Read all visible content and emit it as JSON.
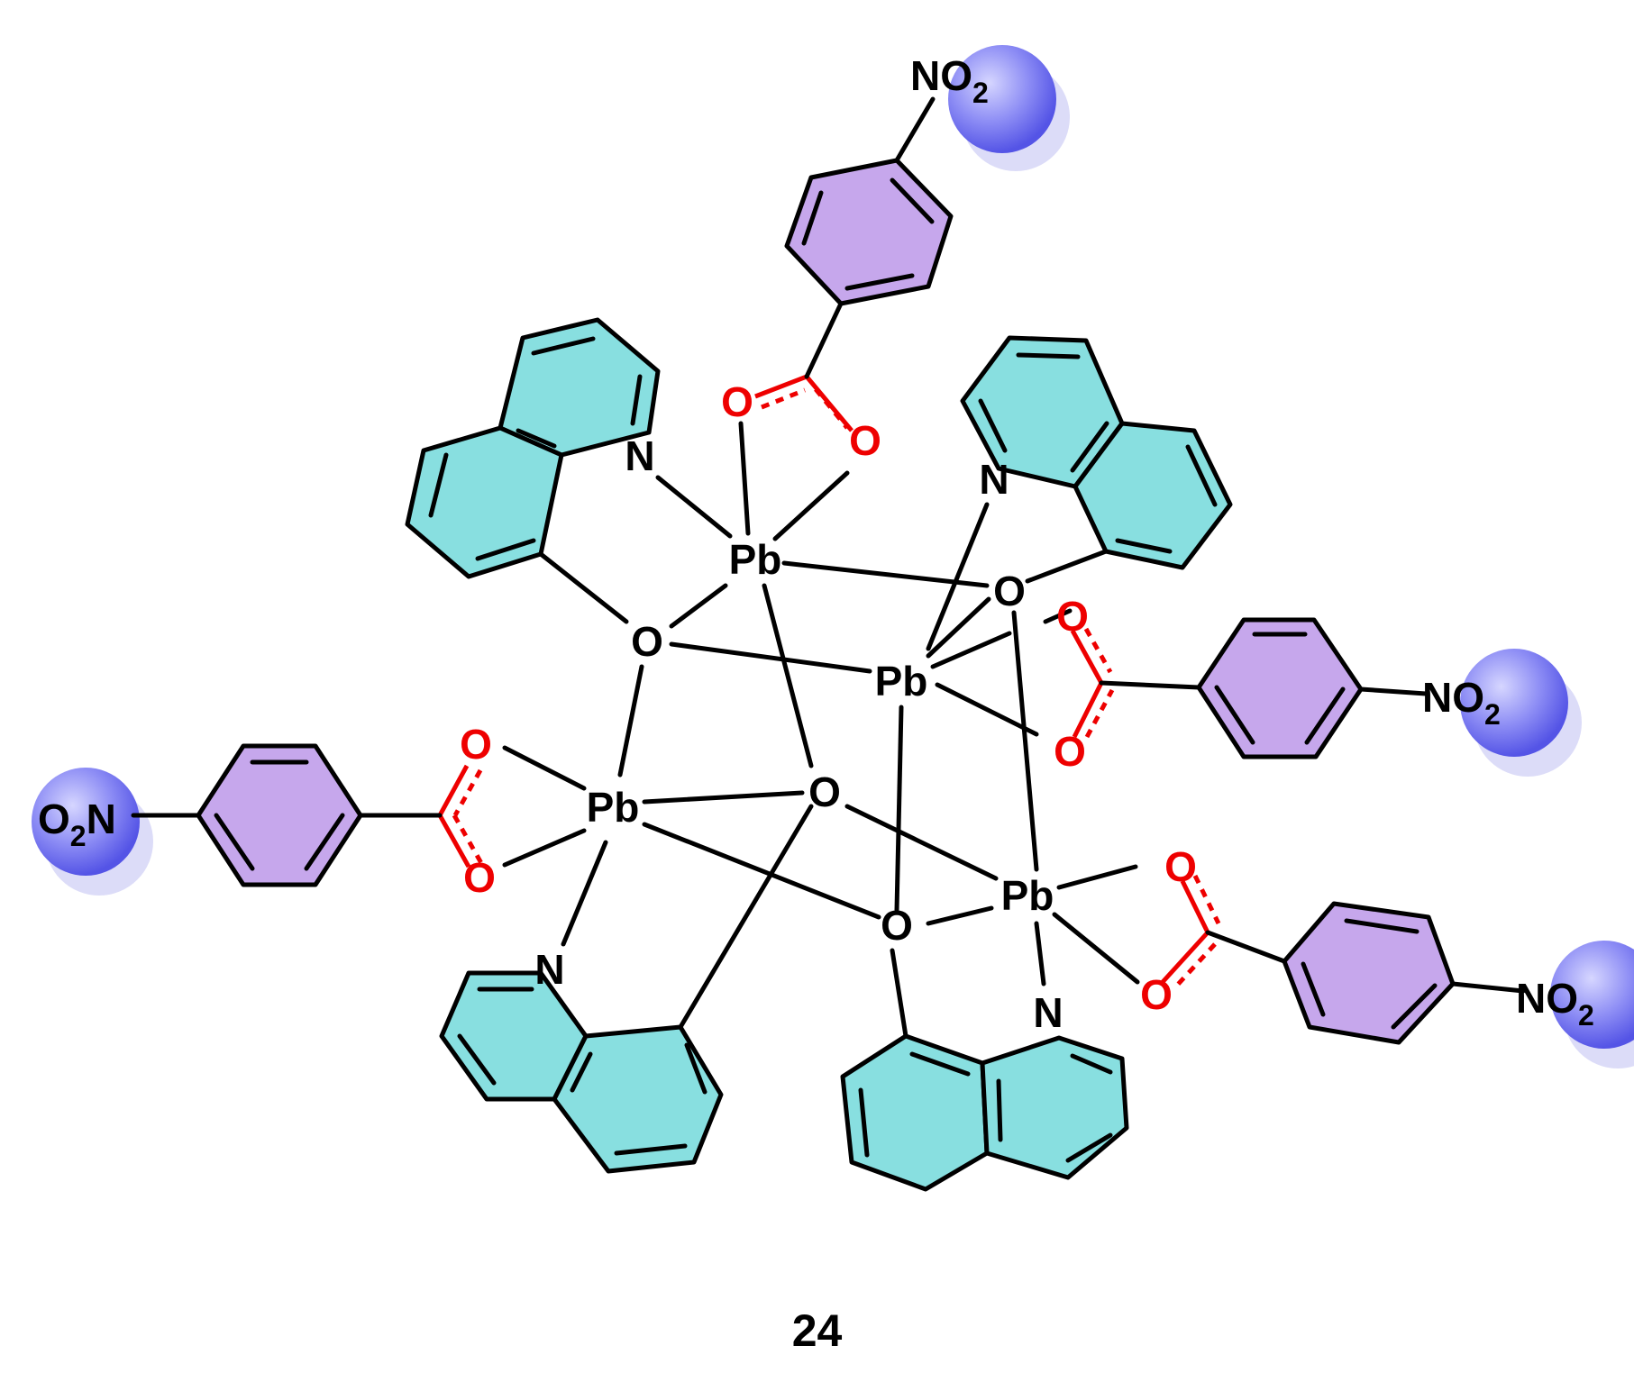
{
  "diagram": {
    "compound_number": "24",
    "atoms": {
      "lead": "Pb",
      "oxygen": "O",
      "nitrogen": "N",
      "nitro_left": {
        "main": "O",
        "sub": "2",
        "tail": "N"
      },
      "nitro_right": {
        "main": "NO",
        "sub": "2"
      }
    },
    "colors": {
      "quinoline_ring": "#88dfe0",
      "benzoate_ring": "#c6a7ec",
      "carboxylate": "#ee0000",
      "nitro_sphere": "#7b7bf2",
      "bonds": "#000000"
    },
    "icons": [
      "lead-atom",
      "oxygen-atom",
      "nitrogen-atom",
      "nitro-sphere",
      "quinoline-ring",
      "benzene-ring"
    ]
  }
}
